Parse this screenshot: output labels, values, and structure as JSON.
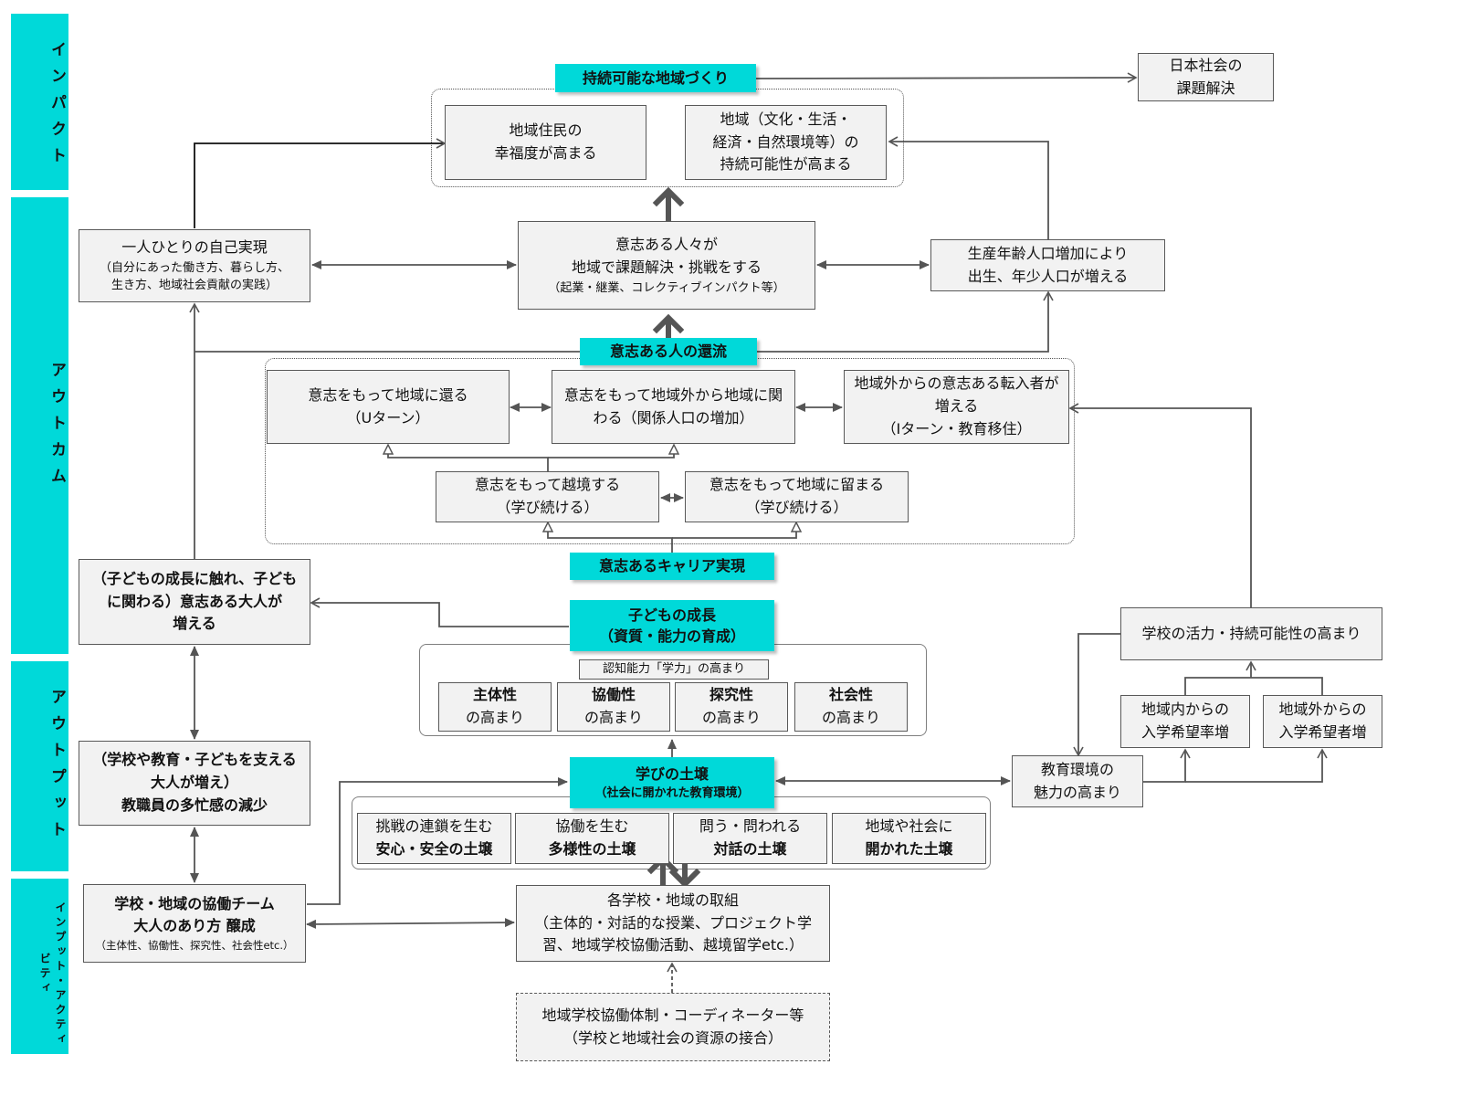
{
  "bands": [
    {
      "id": "impact",
      "label": "インパクト"
    },
    {
      "id": "outcome",
      "label": "アウトカム"
    },
    {
      "id": "output",
      "label": "アウトプット"
    },
    {
      "id": "input",
      "label": "インプット・アクティビティ"
    }
  ],
  "tags": {
    "sustainable": "持続可能な地域づくり",
    "return": "意志ある人の還流",
    "career": "意志あるキャリア実現",
    "growth": [
      "子どもの成長",
      "（資質・能力の育成）"
    ],
    "soil": [
      "学びの土壌",
      "（社会に開かれた教育環境）"
    ]
  },
  "boxes": {
    "japan": [
      "日本社会の",
      "課題解決"
    ],
    "wellbeing": [
      "地域住民の",
      "幸福度が高まる"
    ],
    "region_sustain": [
      "地域（文化・生活・",
      "経済・自然環境等）の",
      "持続可能性が高まる"
    ],
    "self_real": [
      "一人ひとりの自己実現",
      "（自分にあった働き方、暮らし方、",
      "生き方、地域社会貢献の実践）"
    ],
    "challenge": [
      "意志ある人々が",
      "地域で課題解決・挑戦をする",
      "（起業・継業、コレクティブインパクト等）"
    ],
    "population": [
      "生産年齢人口増加により",
      "出生、年少人口が増える"
    ],
    "uturn": [
      "意志をもって地域に還る",
      "（Uターン）"
    ],
    "relation": [
      "意志をもって地域外から地域に関",
      "わる（関係人口の増加）"
    ],
    "iturn": [
      "地域外からの意志ある転入者が",
      "増える",
      "（Iターン・教育移住）"
    ],
    "cross": [
      "意志をもって越境する",
      "（学び続ける）"
    ],
    "stay": [
      "意志をもって地域に留まる",
      "（学び続ける）"
    ],
    "adults_more": [
      "（子どもの成長に触れ、子ども",
      "に関わる）意志ある大人が",
      "増える"
    ],
    "school_vital": [
      "学校の活力・持続可能性の高まり"
    ],
    "cognitive": [
      "認知能力「学力」の高まり"
    ],
    "q1": [
      "主体性",
      "の高まり"
    ],
    "q2": [
      "協働性",
      "の高まり"
    ],
    "q3": [
      "探究性",
      "の高まり"
    ],
    "q4": [
      "社会性",
      "の高まり"
    ],
    "local_apply": [
      "地域内からの",
      "入学希望率増"
    ],
    "outside_apply": [
      "地域外からの",
      "入学希望者増"
    ],
    "edu_env": [
      "教育環境の",
      "魅力の高まり"
    ],
    "support": [
      "（学校や教育・子どもを支える",
      "大人が増え）",
      "教職員の多忙感の減少"
    ],
    "s1": [
      "挑戦の連鎖を生む",
      "安心・安全の土壌"
    ],
    "s2": [
      "協働を生む",
      "多様性の土壌"
    ],
    "s3": [
      "問う・問われる",
      "対話の土壌"
    ],
    "s4": [
      "地域や社会に",
      "開かれた土壌"
    ],
    "team": [
      "学校・地域の協働チーム",
      "大人のあり方 醸成",
      "（主体性、協働性、探究性、社会性etc.）"
    ],
    "activities": [
      "各学校・地域の取組",
      "（主体的・対話的な授業、プロジェクト学",
      "習、地域学校協働活動、越境留学etc.）"
    ],
    "coordinator": [
      "地域学校協働体制・コーディネーター等",
      "（学校と地域社会の資源の接合）"
    ]
  },
  "colors": {
    "accent": "#00d9d9",
    "box_fill": "#f2f2f2",
    "border": "#595959",
    "arrow": "#555555"
  }
}
